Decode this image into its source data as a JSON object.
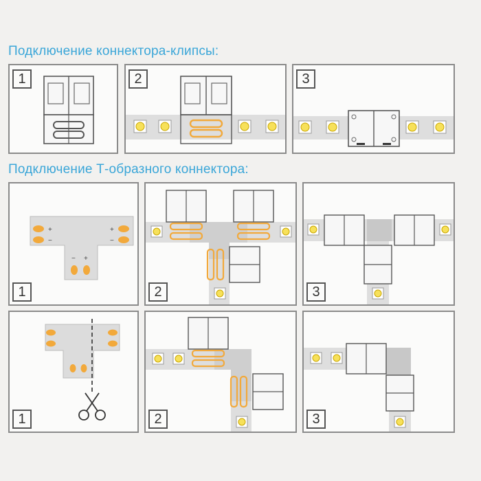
{
  "headings": {
    "clip": "Подключение коннектора-клипсы:",
    "tshape": "Подключение Т-образного коннектора:"
  },
  "steps": {
    "clip": [
      "1",
      "2",
      "3"
    ],
    "t_row1": [
      "1",
      "2",
      "3"
    ],
    "t_row2": [
      "1",
      "2",
      "3"
    ]
  },
  "pad_signs": {
    "plus": "+",
    "minus": "−"
  },
  "icons": {
    "cut": "scissors-icon"
  },
  "colors": {
    "heading": "#3aa6d8",
    "pad": "#f2a93b",
    "led": "#f7e15a",
    "strip": "#dedede",
    "connector_fill": "#f7f7f7",
    "wire": "#f2a93b"
  }
}
